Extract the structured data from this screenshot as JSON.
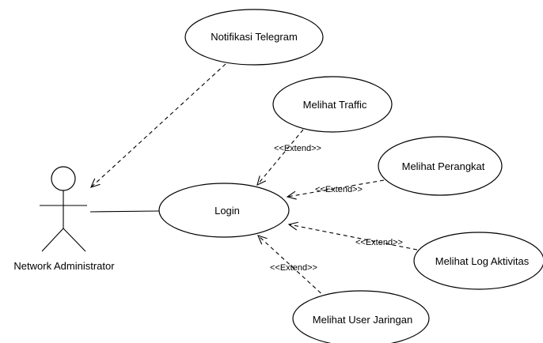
{
  "actor": {
    "name": "Network Administrator"
  },
  "use_cases": {
    "notifikasi": "Notifikasi Telegram",
    "login": "Login",
    "traffic": "Melihat Traffic",
    "perangkat": "Melihat Perangkat",
    "log": "Melihat Log Aktivitas",
    "user": "Melihat User Jaringan"
  },
  "relations": {
    "extend_traffic": "<<Extend>>",
    "extend_perangkat": "<<Extend>>",
    "extend_log": "<<Extend>>",
    "extend_user": "<<Extend>>"
  }
}
